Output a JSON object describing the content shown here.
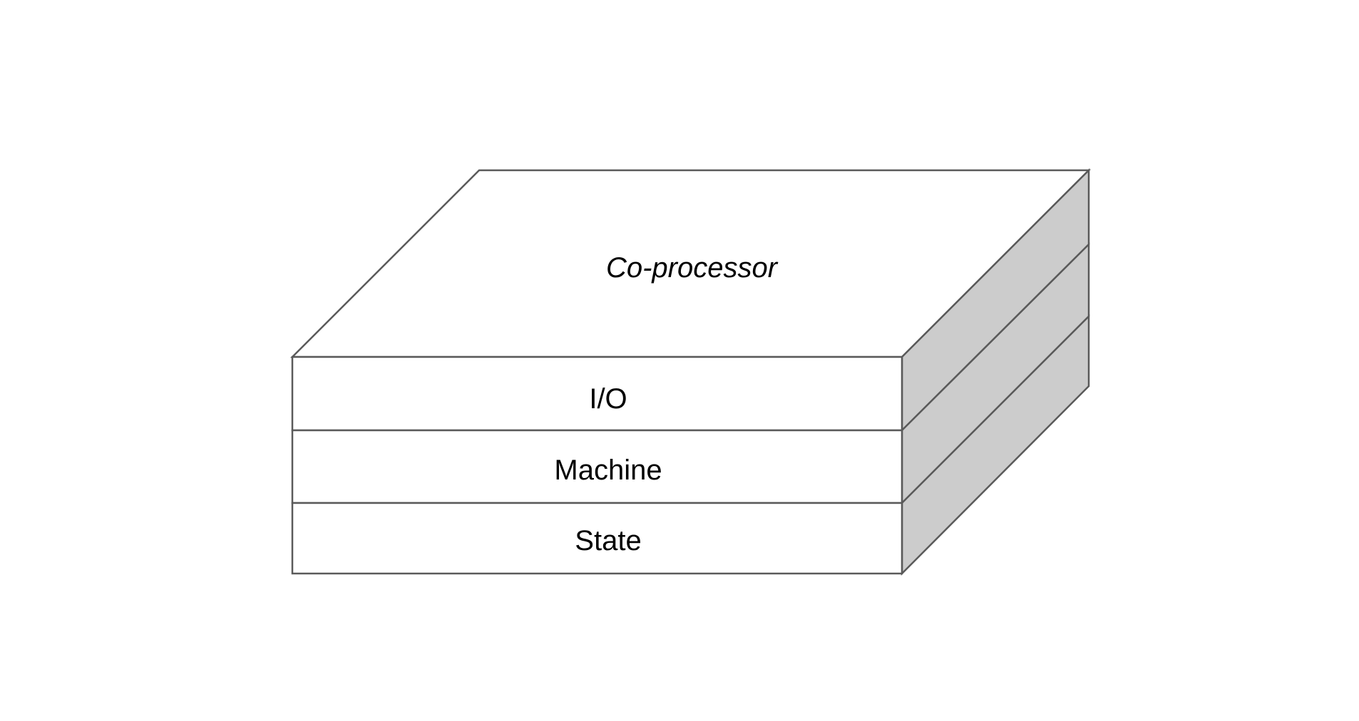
{
  "diagram": {
    "top_label": "Co-processor",
    "layers": [
      {
        "label": "I/O"
      },
      {
        "label": "Machine"
      },
      {
        "label": "State"
      }
    ],
    "colors": {
      "stroke": "#5a5a5a",
      "side_fill": "#cccccc",
      "face_fill": "#ffffff",
      "text": "#000000"
    }
  }
}
